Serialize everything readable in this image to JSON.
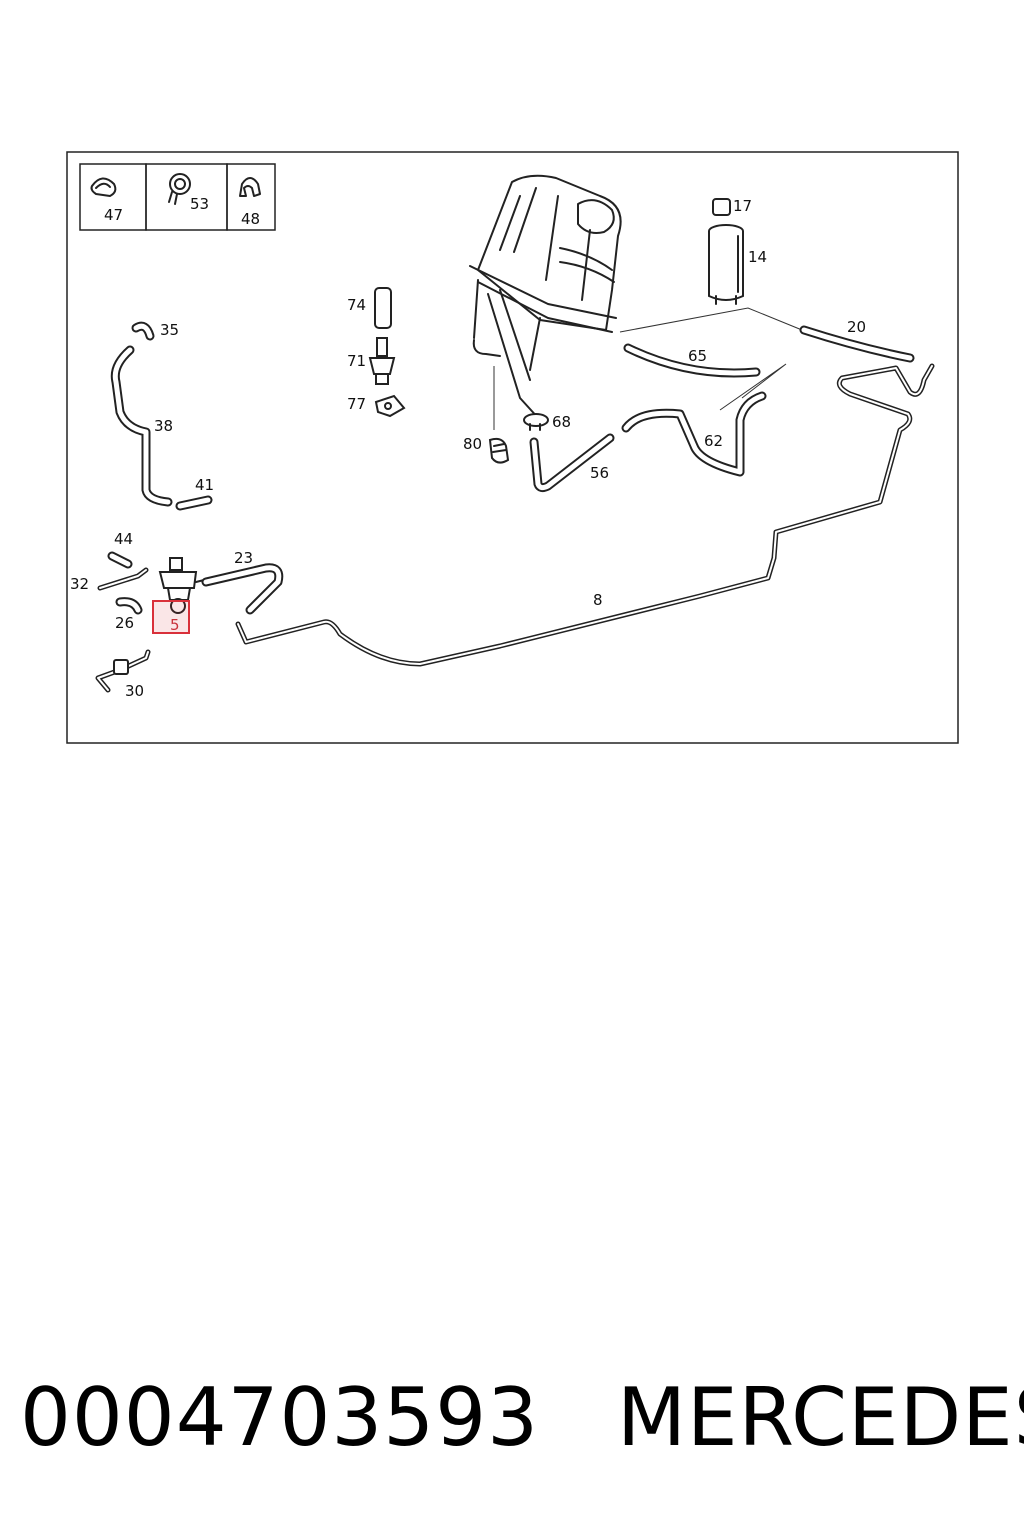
{
  "diagram": {
    "callouts": {
      "c47": "47",
      "c53": "53",
      "c48": "48",
      "c17": "17",
      "c14": "14",
      "c20": "20",
      "c65": "65",
      "c62": "62",
      "c74": "74",
      "c71": "71",
      "c77": "77",
      "c80": "80",
      "c68": "68",
      "c56": "56",
      "c35": "35",
      "c38": "38",
      "c41": "41",
      "c44": "44",
      "c32": "32",
      "c23": "23",
      "c26": "26",
      "c5": "5",
      "c8": "8",
      "c30": "30"
    },
    "highlight_color": "#d9303a"
  },
  "footer": {
    "part_number": "0004703593",
    "brand": "MERCEDES"
  }
}
